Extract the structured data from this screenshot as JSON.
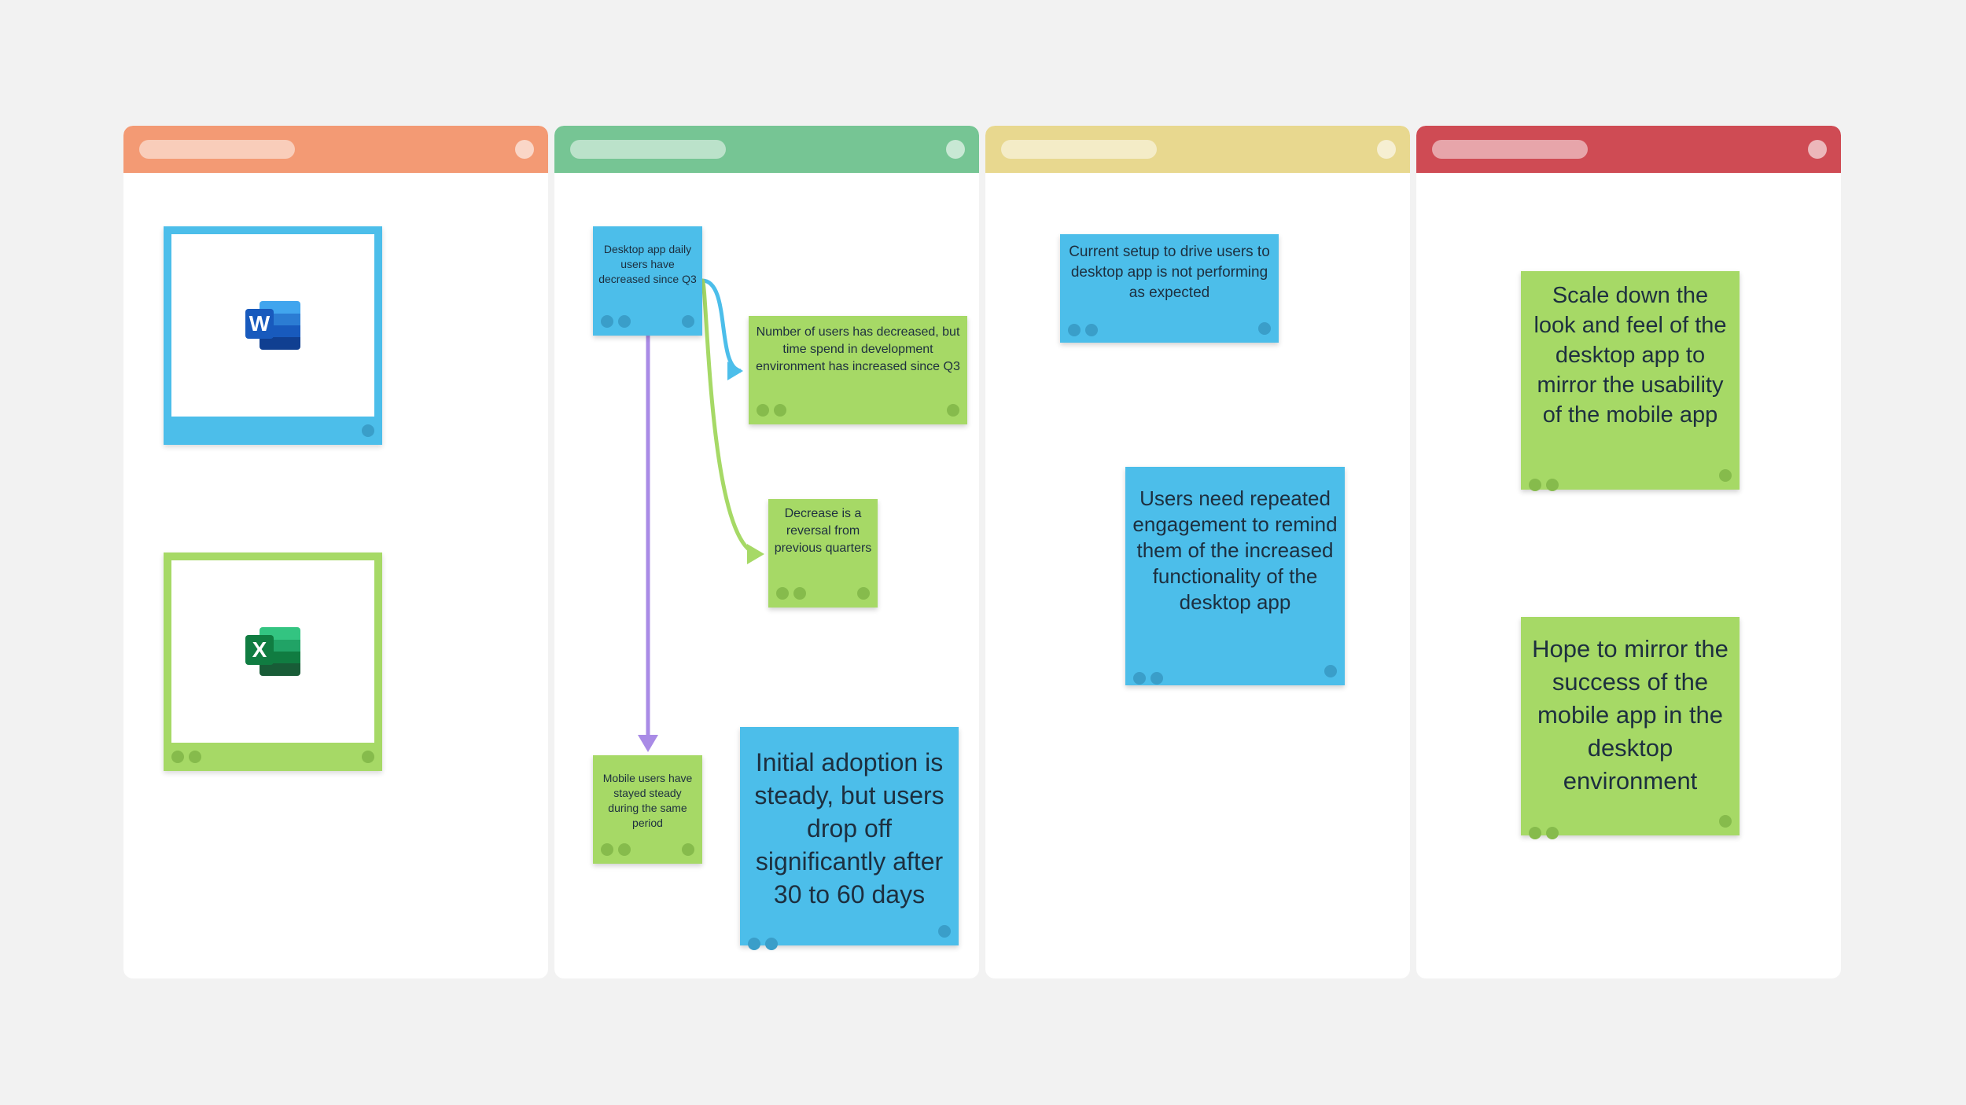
{
  "colors": {
    "background": "#f2f2f2",
    "column_bg": "#ffffff",
    "sticky_blue": "#4cbeea",
    "sticky_green": "#a6d966",
    "arrow_blue": "#4cbeea",
    "arrow_green": "#a6d966",
    "arrow_purple": "#a98be6"
  },
  "columns": [
    {
      "id": "col-1",
      "header_color": "#f39a74"
    },
    {
      "id": "col-2",
      "header_color": "#76c594"
    },
    {
      "id": "col-3",
      "header_color": "#e8d88f"
    },
    {
      "id": "col-4",
      "header_color": "#cf4b54"
    }
  ],
  "frames": [
    {
      "id": "word-frame",
      "border_color": "#4cbeea",
      "icon": "word-icon",
      "letter": "W"
    },
    {
      "id": "excel-frame",
      "border_color": "#a6d966",
      "icon": "excel-icon",
      "letter": "X"
    }
  ],
  "stickies": {
    "desktop_decreased": "Desktop app daily users have decreased since Q3",
    "users_decreased_time_increased": "Number of users has decreased, but time spend in development environment has increased since Q3",
    "decrease_reversal": "Decrease is a reversal from previous quarters",
    "mobile_steady": "Mobile users have stayed steady during the same period",
    "initial_adoption": "Initial adoption is steady, but users drop off significantly after 30 to 60 days",
    "current_setup": "Current setup to drive users to desktop app is not performing as expected",
    "repeated_engagement": "Users need repeated engagement to remind them of the increased functionality of the desktop app",
    "scale_down": "Scale down the look and feel of the desktop app to mirror the usability of the mobile app",
    "hope_mirror": "Hope to mirror the success of the mobile app in the desktop environment"
  }
}
